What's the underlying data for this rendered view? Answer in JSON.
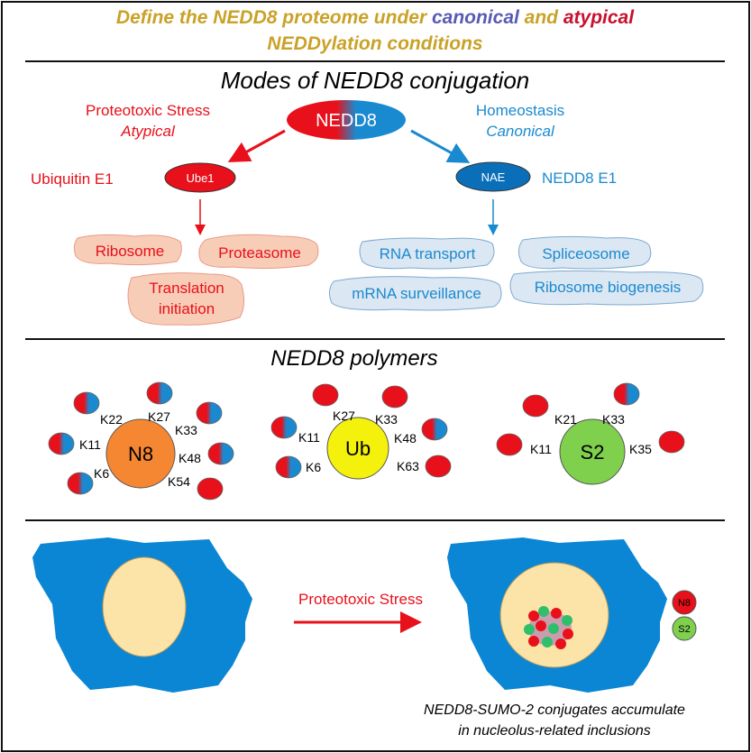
{
  "title": {
    "part1": "Define the NEDD8 proteome under ",
    "canonical": "canonical",
    "and": " and ",
    "atypical": "atypical",
    "line2": "NEDDylation conditions"
  },
  "colors": {
    "gold": "#c9a227",
    "red": "#e8101a",
    "blue": "#1a8ad0",
    "purple": "#5a5ab4",
    "crimson": "#c8102e",
    "cell_blue": "#0a86d4",
    "nucleus": "#fce3a8",
    "n8_orange": "#f58632",
    "ub_yellow": "#f4f10c",
    "s2_green": "#7fd04c",
    "red_box": "#f8cdb8",
    "blue_box": "#dbe7f3"
  },
  "conjugation": {
    "heading": "Modes of NEDD8 conjugation",
    "nedd8": "NEDD8",
    "left": {
      "line1": "Proteotoxic Stress",
      "line2": "Atypical",
      "enzyme_label": "Ubiquitin E1",
      "enzyme": "Ube1",
      "targets": [
        "Ribosome",
        "Proteasome",
        "Translation",
        "initiation"
      ]
    },
    "right": {
      "line1": "Homeostasis",
      "line2": "Canonical",
      "enzyme_label": "NEDD8 E1",
      "enzyme": "NAE",
      "targets": [
        "RNA transport",
        "Spliceosome",
        "mRNA surveillance",
        "Ribosome biogenesis"
      ]
    }
  },
  "polymers": {
    "heading": "NEDD8 polymers",
    "n8": {
      "label": "N8",
      "lysines": [
        "K22",
        "K27",
        "K33",
        "K11",
        "K48",
        "K6",
        "K54"
      ]
    },
    "ub": {
      "label": "Ub",
      "lysines": [
        "K27",
        "K33",
        "K11",
        "K48",
        "K6",
        "K63"
      ]
    },
    "s2": {
      "label": "S2",
      "lysines": [
        "K21",
        "K33",
        "K11",
        "K35"
      ]
    }
  },
  "cells": {
    "arrow_label": "Proteotoxic Stress",
    "legend_n8": "N8",
    "legend_s2": "S2",
    "caption_line1": "NEDD8-SUMO-2 conjugates accumulate",
    "caption_line2": "in nucleolus-related inclusions"
  }
}
